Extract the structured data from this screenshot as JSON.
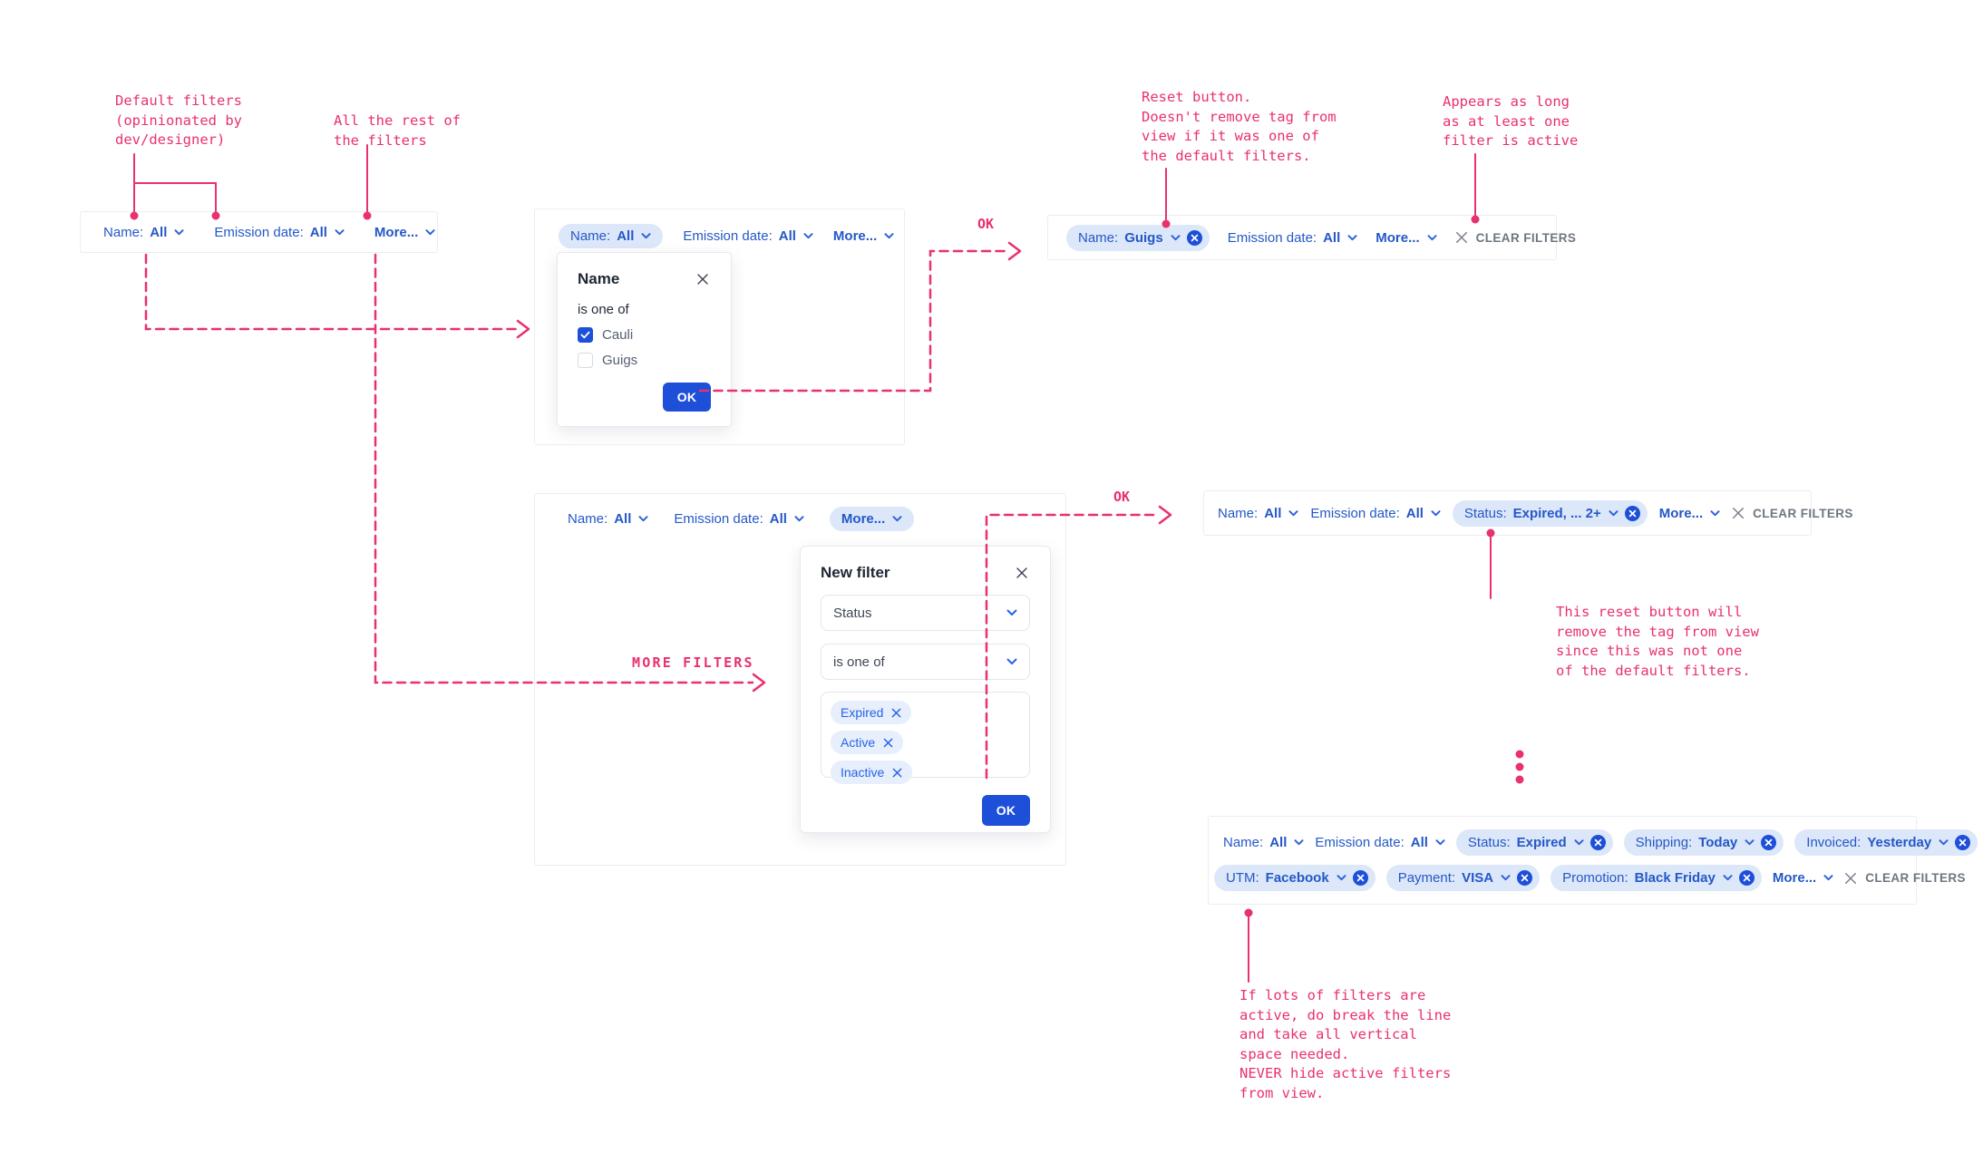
{
  "colors": {
    "accent_blue": "#2458C7",
    "button_blue": "#1D4FD8",
    "pill_bg": "#DCE7FA",
    "tag_bg": "#E7EEFC",
    "annotation_pink": "#E9316B",
    "muted_gray": "#6D7680"
  },
  "annotations": {
    "default_filters": "Default filters\n(opinionated by\ndev/designer)",
    "rest_of_filters": "All the rest of\nthe filters",
    "reset_button": "Reset button.\nDoesn't remove tag from\nview if it was one of\nthe default filters.",
    "appears": "Appears as long\nas at least one\nfilter is active",
    "removes_tag": "This reset button will\nremove the tag from view\nsince this was not one\nof the default filters.",
    "break_line": "If lots of filters are\nactive, do break the line\nand take all vertical\nspace needed.\nNEVER hide active filters\nfrom view.",
    "more_filters": "MORE FILTERS",
    "ok_flow_1": "OK",
    "ok_flow_2": "OK"
  },
  "filter_bars": {
    "bar1": [
      {
        "key": "name",
        "label": "Name:",
        "value": "All"
      },
      {
        "key": "emission-date",
        "label": "Emission date:",
        "value": "All"
      },
      {
        "key": "more",
        "value": "More..."
      }
    ],
    "bar2": [
      {
        "key": "name",
        "label": "Name:",
        "value": "All",
        "highlight": true
      },
      {
        "key": "emission-date",
        "label": "Emission date:",
        "value": "All"
      },
      {
        "key": "more",
        "value": "More..."
      }
    ],
    "bar3": [
      {
        "key": "name",
        "label": "Name:",
        "value": "Guigs",
        "pill": true,
        "reset": true
      },
      {
        "key": "emission-date",
        "label": "Emission date:",
        "value": "All"
      },
      {
        "key": "more",
        "value": "More..."
      },
      {
        "key": "clear",
        "type": "clear",
        "label": "CLEAR FILTERS"
      }
    ],
    "bar4": [
      {
        "key": "name",
        "label": "Name:",
        "value": "All"
      },
      {
        "key": "emission-date",
        "label": "Emission date:",
        "value": "All"
      },
      {
        "key": "more",
        "value": "More...",
        "highlight": true
      }
    ],
    "bar5": [
      {
        "key": "name",
        "label": "Name:",
        "value": "All"
      },
      {
        "key": "emission-date",
        "label": "Emission date:",
        "value": "All"
      },
      {
        "key": "status",
        "label": "Status:",
        "value": "Expired, ... 2+",
        "pill": true,
        "reset": true
      },
      {
        "key": "more",
        "value": "More..."
      },
      {
        "key": "clear",
        "type": "clear",
        "label": "CLEAR FILTERS"
      }
    ],
    "bar6_row1": [
      {
        "key": "name",
        "label": "Name:",
        "value": "All"
      },
      {
        "key": "emission-date",
        "label": "Emission date:",
        "value": "All"
      },
      {
        "key": "status",
        "label": "Status:",
        "value": "Expired",
        "pill": true,
        "reset": true
      },
      {
        "key": "shipping",
        "label": "Shipping:",
        "value": "Today",
        "pill": true,
        "reset": true
      },
      {
        "key": "invoiced",
        "label": "Invoiced:",
        "value": "Yesterday",
        "pill": true,
        "reset": true
      }
    ],
    "bar6_row2": [
      {
        "key": "utm",
        "label": "UTM:",
        "value": "Facebook",
        "pill": true,
        "reset": true
      },
      {
        "key": "payment",
        "label": "Payment:",
        "value": "VISA",
        "pill": true,
        "reset": true
      },
      {
        "key": "promotion",
        "label": "Promotion:",
        "value": "Black Friday",
        "pill": true,
        "reset": true
      },
      {
        "key": "more",
        "value": "More..."
      },
      {
        "key": "clear",
        "type": "clear",
        "label": "CLEAR FILTERS"
      }
    ]
  },
  "name_popup": {
    "title": "Name",
    "operator": "is one of",
    "options": [
      {
        "label": "Cauli",
        "checked": true
      },
      {
        "label": "Guigs",
        "checked": false
      }
    ],
    "ok_label": "OK"
  },
  "new_filter_modal": {
    "title": "New filter",
    "field_value": "Status",
    "operator_value": "is one of",
    "tags": [
      "Expired",
      "Active",
      "Inactive"
    ],
    "ok_label": "OK"
  }
}
